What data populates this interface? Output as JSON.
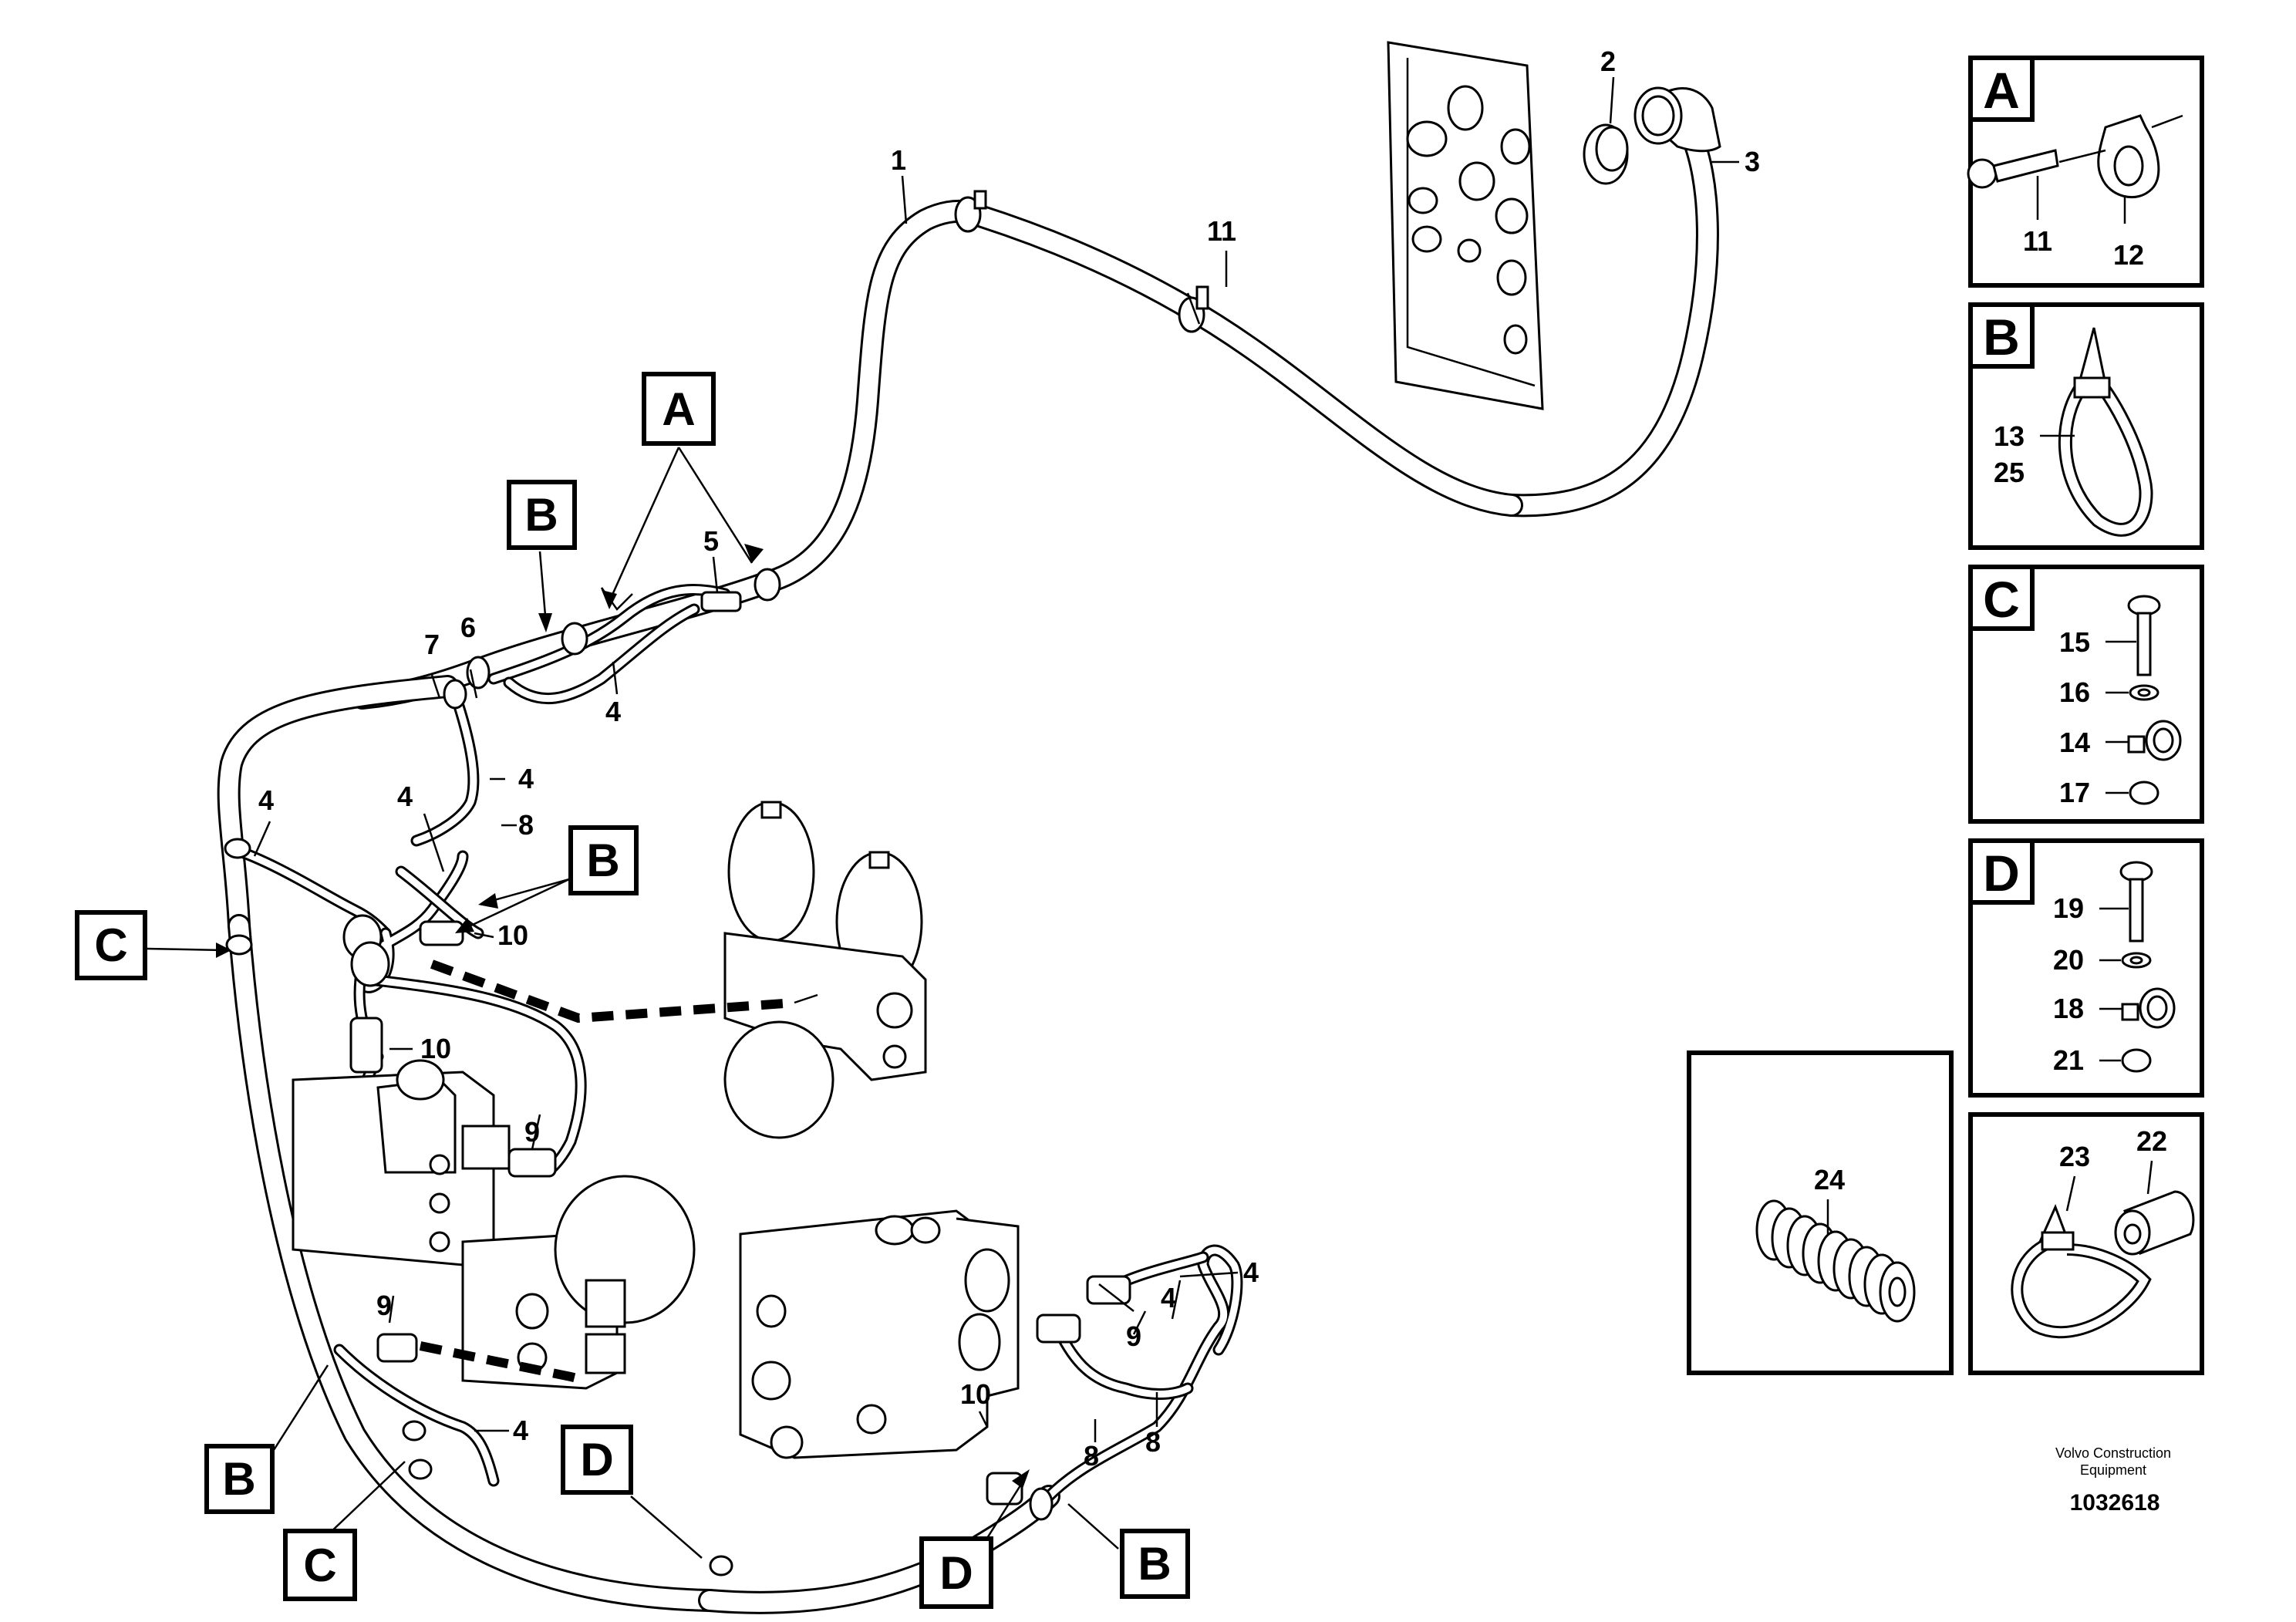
{
  "callouts": {
    "n1": "1",
    "n2": "2",
    "n3": "3",
    "n4a": "4",
    "n4b": "4",
    "n4c": "4",
    "n4d": "4",
    "n4e": "4",
    "n4f": "4",
    "n4g": "4",
    "n5": "5",
    "n6": "6",
    "n7": "7",
    "n8a": "8",
    "n8b": "8",
    "n8c": "8",
    "n9a": "9",
    "n9b": "9",
    "n9c": "9",
    "n10a": "10",
    "n10b": "10",
    "n10c": "10",
    "n11": "11"
  },
  "detail_flags": {
    "A_top": "A",
    "B_top": "B",
    "B_mid": "B",
    "C_left": "C",
    "B_bottom_left": "B",
    "C_bottom_left": "C",
    "D_bottom_mid": "D",
    "D_bottom": "D",
    "B_bottom": "B"
  },
  "insets": {
    "A": {
      "letter": "A",
      "labels": [
        "11",
        "12"
      ]
    },
    "B": {
      "letter": "B",
      "labels": [
        "13",
        "25"
      ]
    },
    "C": {
      "letter": "C",
      "labels": [
        "15",
        "16",
        "14",
        "17"
      ]
    },
    "D": {
      "letter": "D",
      "labels": [
        "19",
        "20",
        "18",
        "21"
      ]
    },
    "E": {
      "labels": [
        "23",
        "22"
      ]
    },
    "F": {
      "labels": [
        "24"
      ]
    }
  },
  "footer": {
    "brand_line1": "Volvo Construction",
    "brand_line2": "Equipment",
    "drawing_number": "1032618"
  }
}
